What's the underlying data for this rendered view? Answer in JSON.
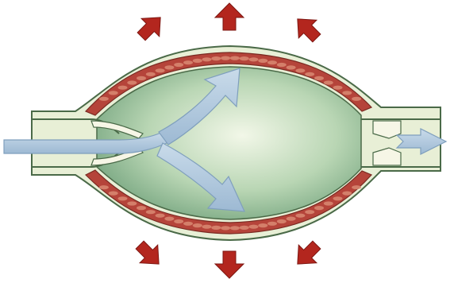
{
  "diagram": {
    "colors": {
      "background": "#ffffff",
      "outer_wall": "#e8efd6",
      "outline": "#4a6a48",
      "muscle_band": "#b5443a",
      "muscle_cell": "#d98a73",
      "cavity_light": "#f2f7e8",
      "cavity_dark": "#6fa07a",
      "flow_arrow": "#aec6dc",
      "flow_arrow_edge": "#7f9fbd",
      "pressure_arrow": "#b3261e",
      "valve": "#f6f6e6"
    },
    "icons": {
      "pressure": "red-outward-arrow",
      "flow": "blue-flow-arrow"
    },
    "pressure_arrow_count": 6,
    "flow_arrows": [
      "inflow",
      "upper-branch",
      "lower-branch",
      "outflow"
    ]
  }
}
